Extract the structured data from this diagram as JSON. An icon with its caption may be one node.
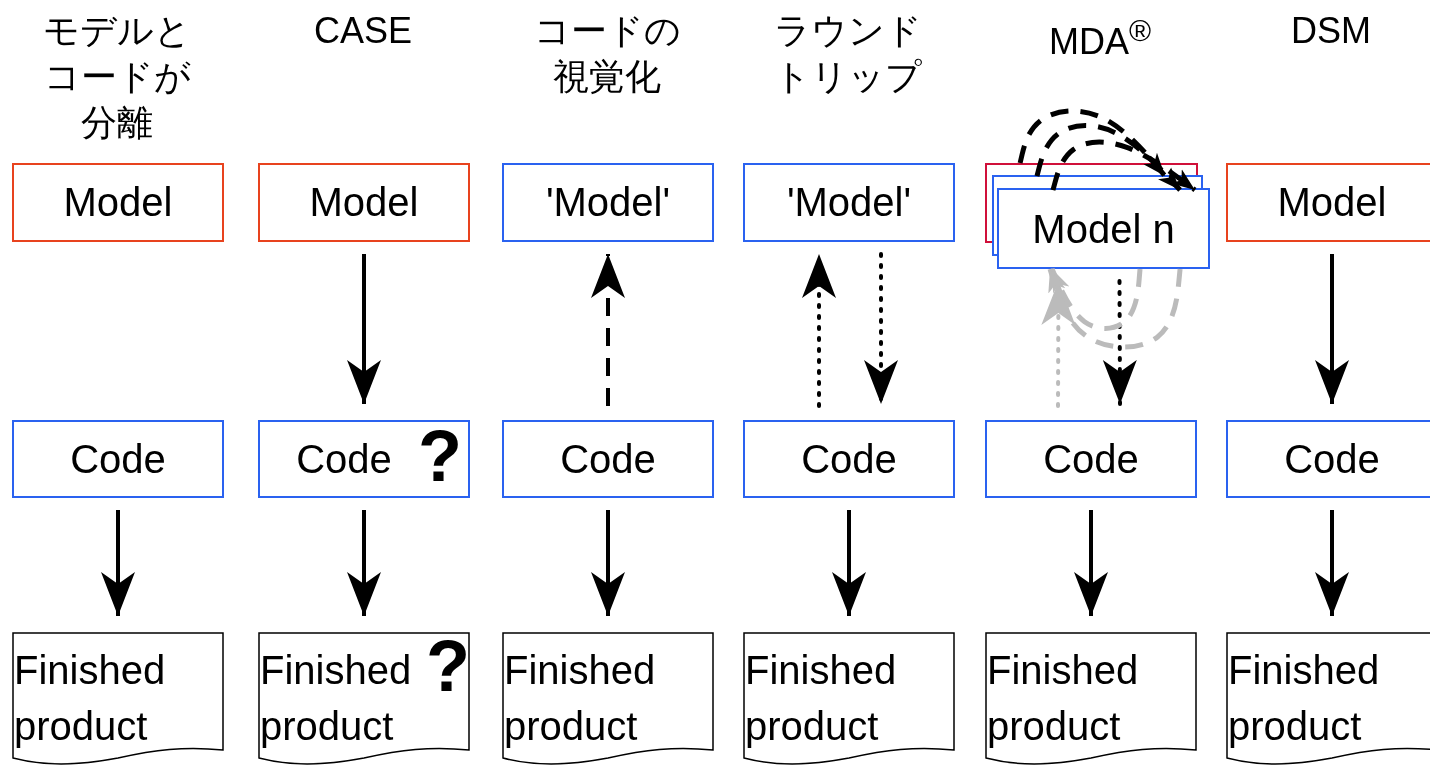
{
  "diagram": {
    "nodes": [
      {
        "text": [
          "Model"
        ]
      },
      {
        "text": [
          "Code"
        ]
      },
      {
        "text": [
          "Finished product"
        ]
      },
      {
        "text": [
          "Model"
        ]
      },
      {
        "text": [
          "Code"
        ]
      },
      {
        "text": [
          "Finished product"
        ]
      },
      {
        "text": [
          "'Model'"
        ]
      },
      {
        "text": [
          "Code"
        ]
      },
      {
        "text": [
          "Finished product"
        ]
      },
      {
        "text": [
          "'Model'"
        ]
      },
      {
        "text": [
          "Code"
        ]
      },
      {
        "text": [
          "Finished product"
        ]
      },
      {
        "text": [
          "Model n"
        ]
      },
      {
        "text": [
          "Code"
        ]
      },
      {
        "text": [
          "Finished product"
        ]
      },
      {
        "text": [
          "Model"
        ]
      },
      {
        "text": [
          "Code"
        ]
      },
      {
        "text": [
          "Finished product"
        ]
      }
    ],
    "edges": [
      {
        "from": 1,
        "to": 2,
        "arrow": "to"
      },
      {
        "from": 3,
        "to": 4,
        "arrow": "to"
      },
      {
        "from": 4,
        "to": 5,
        "arrow": "to"
      },
      {
        "from": 7,
        "to": 6,
        "arrow": "to",
        "style": "dashed"
      },
      {
        "from": 7,
        "to": 8,
        "arrow": "to"
      },
      {
        "from": 10,
        "to": 9,
        "arrow": "to",
        "style": "dashed"
      },
      {
        "from": 9,
        "to": 10,
        "arrow": "to",
        "style": "dashed"
      },
      {
        "from": 10,
        "to": 11,
        "arrow": "to"
      },
      {
        "from": 12,
        "to": 12,
        "arrow": "to",
        "style": "dashed"
      },
      {
        "from": 12,
        "to": 12,
        "arrow": "to",
        "style": "dashed"
      },
      {
        "from": 12,
        "to": 12,
        "arrow": "to",
        "style": "dashed"
      },
      {
        "from": 12,
        "to": 13,
        "arrow": "to",
        "style": "dashed"
      },
      {
        "from": 13,
        "to": 12,
        "arrow": "to",
        "style": "dashed",
        "color": "#bbbbbb"
      },
      {
        "from": 12,
        "to": 12,
        "arrow": "to",
        "style": "dashed",
        "color": "#bbbbbb"
      },
      {
        "from": 12,
        "to": 12,
        "arrow": "to",
        "style": "dashed",
        "color": "#bbbbbb"
      },
      {
        "from": 13,
        "to": 14,
        "arrow": "to"
      },
      {
        "from": 15,
        "to": 16,
        "arrow": "to"
      },
      {
        "from": 16,
        "to": 17,
        "arrow": "to"
      }
    ],
    "labels": [
      "モデルとコードが分離",
      "CASE",
      "コードの視覚化",
      "ラウンドトリップ",
      "MDA$^{®}$",
      "DSM",
      "?",
      "?"
    ]
  }
}
